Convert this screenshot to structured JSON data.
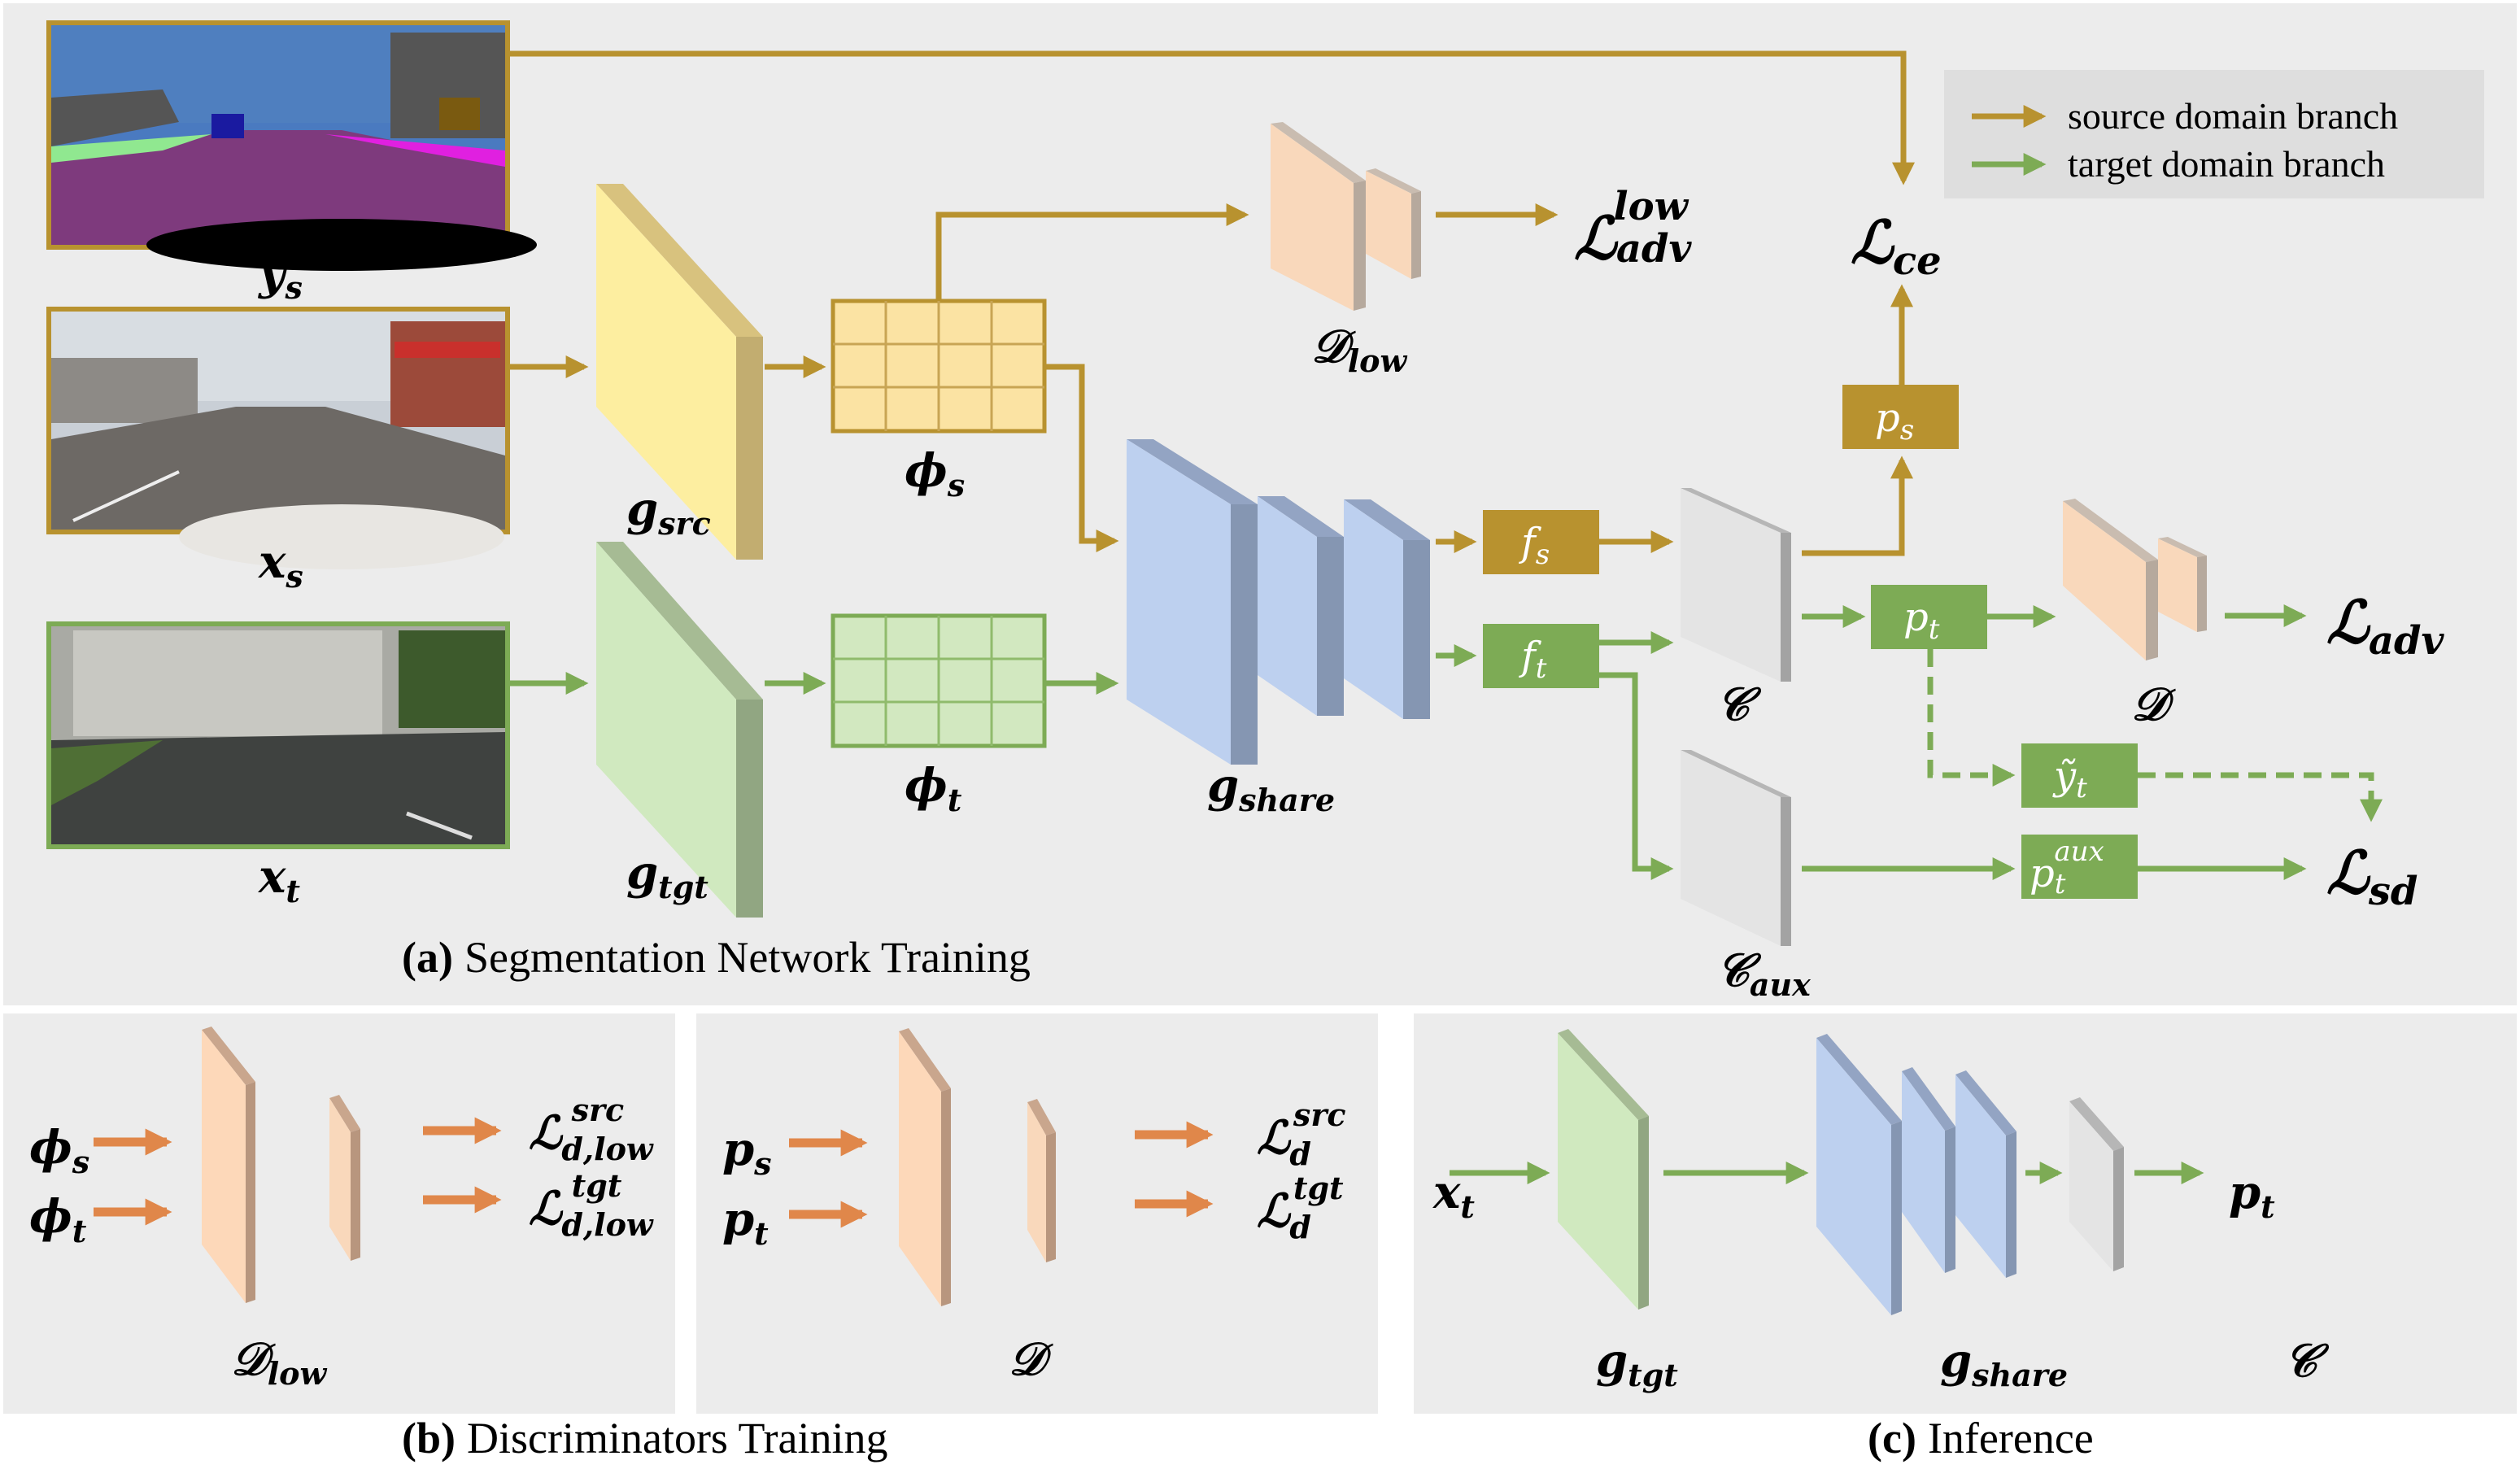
{
  "colors": {
    "source_branch": "#b8922f",
    "target_branch": "#7dab55",
    "discriminator_arrow": "#e0874a",
    "panel_bg": "#ececec",
    "legend_bg": "#dedede",
    "g_src_face": "#fdeea0",
    "g_tgt_face": "#d0e9bf",
    "g_share_face": "#bdd0ef",
    "classifier_face": "#e4e4e4",
    "discriminator_face": "#f9d8bb"
  },
  "legend": {
    "items": [
      {
        "label": "source domain branch",
        "color": "#b8922f"
      },
      {
        "label": "target domain branch",
        "color": "#7dab55"
      }
    ]
  },
  "panel_a": {
    "caption_prefix": "(a)",
    "caption": "Segmentation Network Training",
    "images": {
      "y_s": {
        "label_main": "y",
        "label_sub": "s",
        "content": "source semantic label map (synthetic street scene)"
      },
      "x_s": {
        "label_main": "x",
        "label_sub": "s",
        "content": "source synthetic street image"
      },
      "x_t": {
        "label_main": "x",
        "label_sub": "t",
        "content": "target real street image"
      }
    },
    "modules": {
      "g_src": {
        "main": "g",
        "sub": "src"
      },
      "g_tgt": {
        "main": "g",
        "sub": "tgt"
      },
      "phi_s": {
        "main": "ϕ",
        "sub": "s"
      },
      "phi_t": {
        "main": "ϕ",
        "sub": "t"
      },
      "g_share": {
        "main": "g",
        "sub": "share"
      },
      "d_low": {
        "main": "𝒟",
        "sub": "low"
      },
      "d": {
        "main": "𝒟",
        "sub": ""
      },
      "c": {
        "main": "𝒞",
        "sub": ""
      },
      "c_aux": {
        "main": "𝒞",
        "sub": "aux"
      }
    },
    "boxes": {
      "f_s": {
        "main": "f",
        "sub": "s"
      },
      "f_t": {
        "main": "f",
        "sub": "t"
      },
      "p_s": {
        "main": "p",
        "sub": "s"
      },
      "p_t": {
        "main": "p",
        "sub": "t"
      },
      "y_tilde_t": {
        "main": "ỹ",
        "sub": "t"
      },
      "p_t_aux": {
        "main": "p",
        "sub": "t",
        "sup": "aux"
      }
    },
    "losses": {
      "l_adv_low": {
        "main": "ℒ",
        "sub": "adv",
        "sup": "low"
      },
      "l_ce": {
        "main": "ℒ",
        "sub": "ce"
      },
      "l_adv": {
        "main": "ℒ",
        "sub": "adv"
      },
      "l_sd": {
        "main": "ℒ",
        "sub": "sd"
      }
    }
  },
  "panel_b": {
    "caption_prefix": "(b)",
    "caption": "Discriminators Training",
    "left": {
      "inputs": [
        {
          "main": "ϕ",
          "sub": "s"
        },
        {
          "main": "ϕ",
          "sub": "t"
        }
      ],
      "module": {
        "main": "𝒟",
        "sub": "low"
      },
      "outputs": [
        {
          "main": "ℒ",
          "sub": "d,low",
          "sup": "src"
        },
        {
          "main": "ℒ",
          "sub": "d,low",
          "sup": "tgt"
        }
      ]
    },
    "right": {
      "inputs": [
        {
          "main": "p",
          "sub": "s"
        },
        {
          "main": "p",
          "sub": "t"
        }
      ],
      "module": {
        "main": "𝒟",
        "sub": ""
      },
      "outputs": [
        {
          "main": "ℒ",
          "sub": "d",
          "sup": "src"
        },
        {
          "main": "ℒ",
          "sub": "d",
          "sup": "tgt"
        }
      ]
    }
  },
  "panel_c": {
    "caption_prefix": "(c)",
    "caption": "Inference",
    "input": {
      "main": "x",
      "sub": "t"
    },
    "modules": [
      {
        "main": "g",
        "sub": "tgt"
      },
      {
        "main": "g",
        "sub": "share"
      },
      {
        "main": "𝒞",
        "sub": ""
      }
    ],
    "output": {
      "main": "p",
      "sub": "t"
    }
  }
}
